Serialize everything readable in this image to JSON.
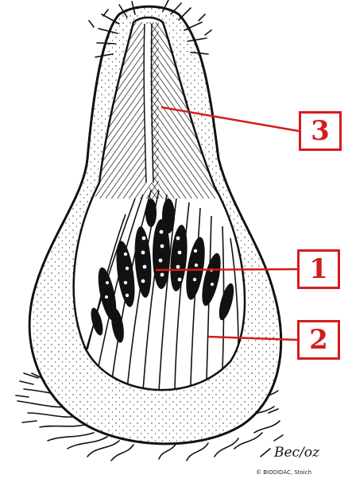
{
  "labels": {
    "l1": "1",
    "l2": "2",
    "l3": "3"
  },
  "signature": "Bec/oz",
  "copyright": "© BIODIDAC, Stoich",
  "colors": {
    "callout": "#d41c1c",
    "ink": "#111111",
    "background": "#ffffff"
  }
}
